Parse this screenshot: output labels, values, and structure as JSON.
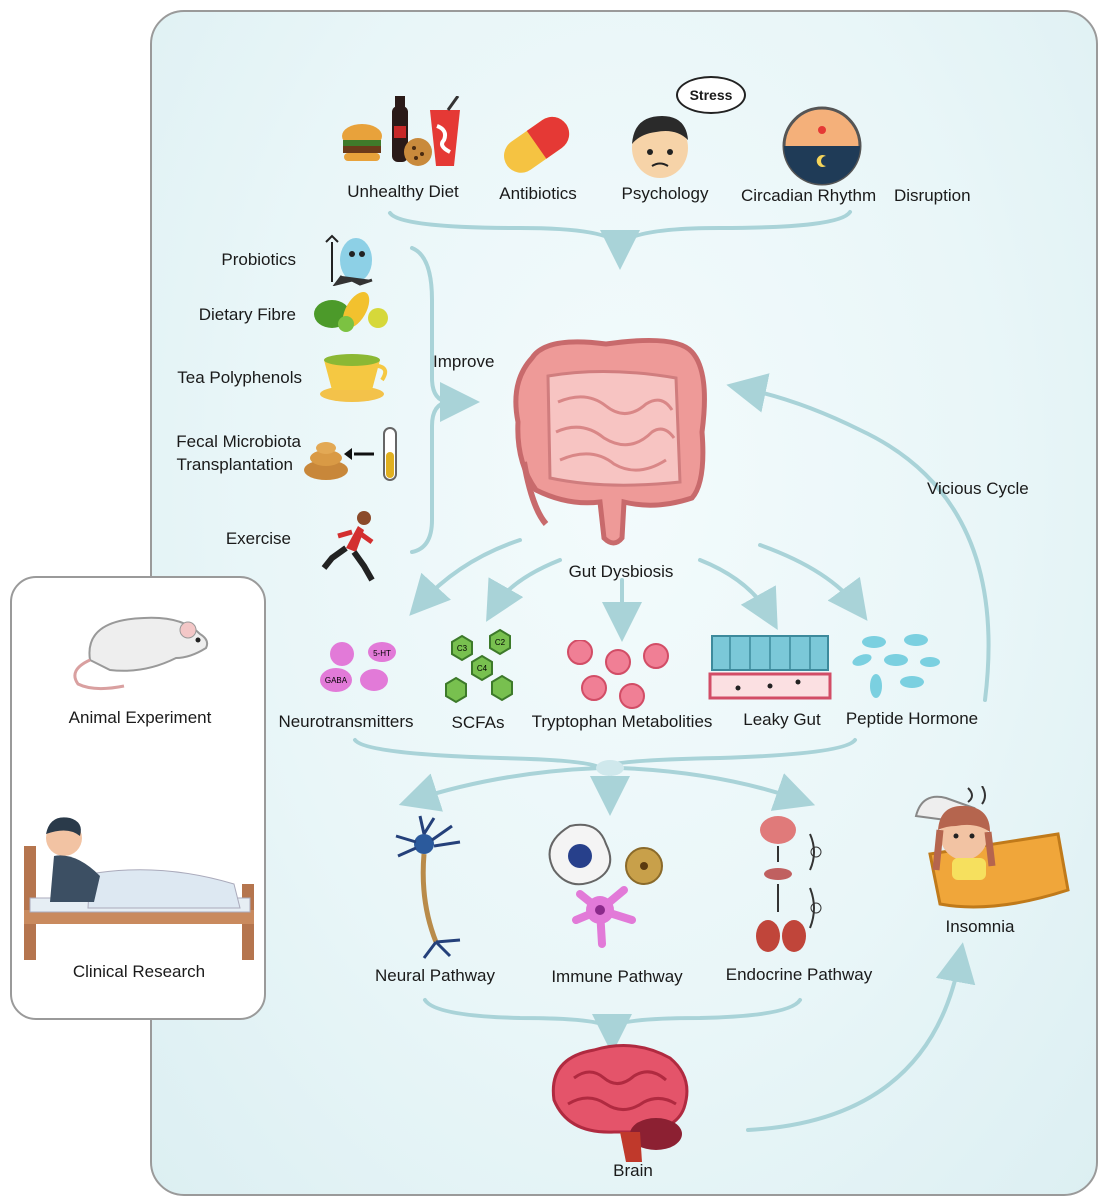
{
  "factors": {
    "unhealthy_diet": "Unhealthy Diet",
    "antibiotics": "Antibiotics",
    "psychology": "Psychology",
    "stress": "Stress",
    "circadian": "Circadian Rhythm",
    "disruption": "Disruption"
  },
  "interventions": {
    "probiotics": "Probiotics",
    "dietary_fibre": "Dietary Fibre",
    "tea_polyphenols": "Tea Polyphenols",
    "fmt_line1": "Fecal Microbiota",
    "fmt_line2": "Transplantation",
    "exercise": "Exercise",
    "improve": "Improve"
  },
  "center": {
    "gut_dysbiosis": "Gut Dysbiosis",
    "vicious_cycle": "Vicious Cycle"
  },
  "mediators": {
    "neurotransmitters": "Neurotransmitters",
    "scfas": "SCFAs",
    "tryptophan": "Tryptophan Metabolities",
    "leaky_gut": "Leaky Gut",
    "peptide_hormone": "Peptide Hormone",
    "molecules": {
      "ht": "5-HT",
      "gaba": "GABA",
      "c2": "C2",
      "c3": "C3",
      "c4": "C4"
    }
  },
  "pathways": {
    "neural": "Neural Pathway",
    "immune": "Immune Pathway",
    "endocrine": "Endocrine Pathway"
  },
  "outcome": {
    "brain": "Brain",
    "insomnia": "Insomnia"
  },
  "evidence": {
    "animal": "Animal Experiment",
    "clinical": "Clinical Research"
  },
  "colors": {
    "arrow": "#a9d3d8",
    "gut": "#e98a8a",
    "pink": "#f07f95",
    "purple": "#e27ad8",
    "green": "#78c04f",
    "cyan": "#7bd0e0",
    "brain": "#e4546a"
  }
}
